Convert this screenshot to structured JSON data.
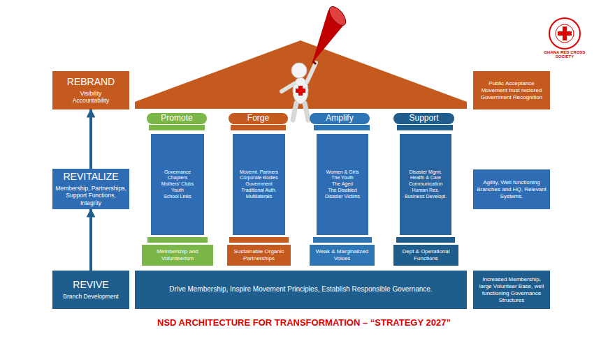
{
  "diagram": {
    "title": "NSD ARCHITECTURE FOR TRANSFORMATION – “STRATEGY 2027”",
    "nodes": [
      {
        "text": [
          "REBRAND",
          "Visibility",
          "Accountability"
        ]
      },
      {
        "text": [
          "Promote"
        ]
      },
      {
        "text": [
          "Forge"
        ]
      },
      {
        "text": [
          "Amplify"
        ]
      },
      {
        "text": [
          "Support"
        ]
      },
      {
        "text": [
          "Public Acceptance",
          "Movement trust restored",
          "Government Recognition"
        ]
      },
      {
        "text": [
          "REVITALIZE",
          "Membership, Partnerships, Support Functions, Integrity"
        ]
      },
      {
        "text": [
          "Governance",
          "Chapters",
          "Mothers' Clubs",
          "Youth",
          "School Links"
        ]
      },
      {
        "text": [
          "Movemt. Partners",
          "Corporate Bodies",
          "Government",
          "Traditional Auth.",
          "Multilaterals"
        ]
      },
      {
        "text": [
          "Women & Girls",
          "The Youth",
          "The Aged",
          "The Disabled",
          "Disaster Victims"
        ]
      },
      {
        "text": [
          "Disaster Mgmt.",
          "Health & Care",
          "Communication",
          "Human Res.",
          "Business Developt."
        ]
      },
      {
        "text": [
          "Agility, Well functioning Branches and HQ, Relevant Systems."
        ]
      },
      {
        "text": [
          "Membership and Volunteerism"
        ]
      },
      {
        "text": [
          "Sustainable Organic Partnerships"
        ]
      },
      {
        "text": [
          "Weak & Marginalized Voices"
        ]
      },
      {
        "text": [
          "Dept & Operational Functions"
        ]
      },
      {
        "text": [
          "REVIVE",
          "Branch Development"
        ]
      },
      {
        "text": [
          "Drive Membership, Inspire Movement Principles, Establish Responsible Governance."
        ]
      },
      {
        "text": [
          "Increased Membership, large Volunteer Base, well functioning Governance Structures"
        ]
      }
    ],
    "edges": [
      {
        "from": 16,
        "to": 6,
        "arrow": "to"
      },
      {
        "from": 6,
        "to": 0,
        "arrow": "to"
      }
    ],
    "labels": [
      "GHANA RED CROSS SOCIETY"
    ]
  }
}
